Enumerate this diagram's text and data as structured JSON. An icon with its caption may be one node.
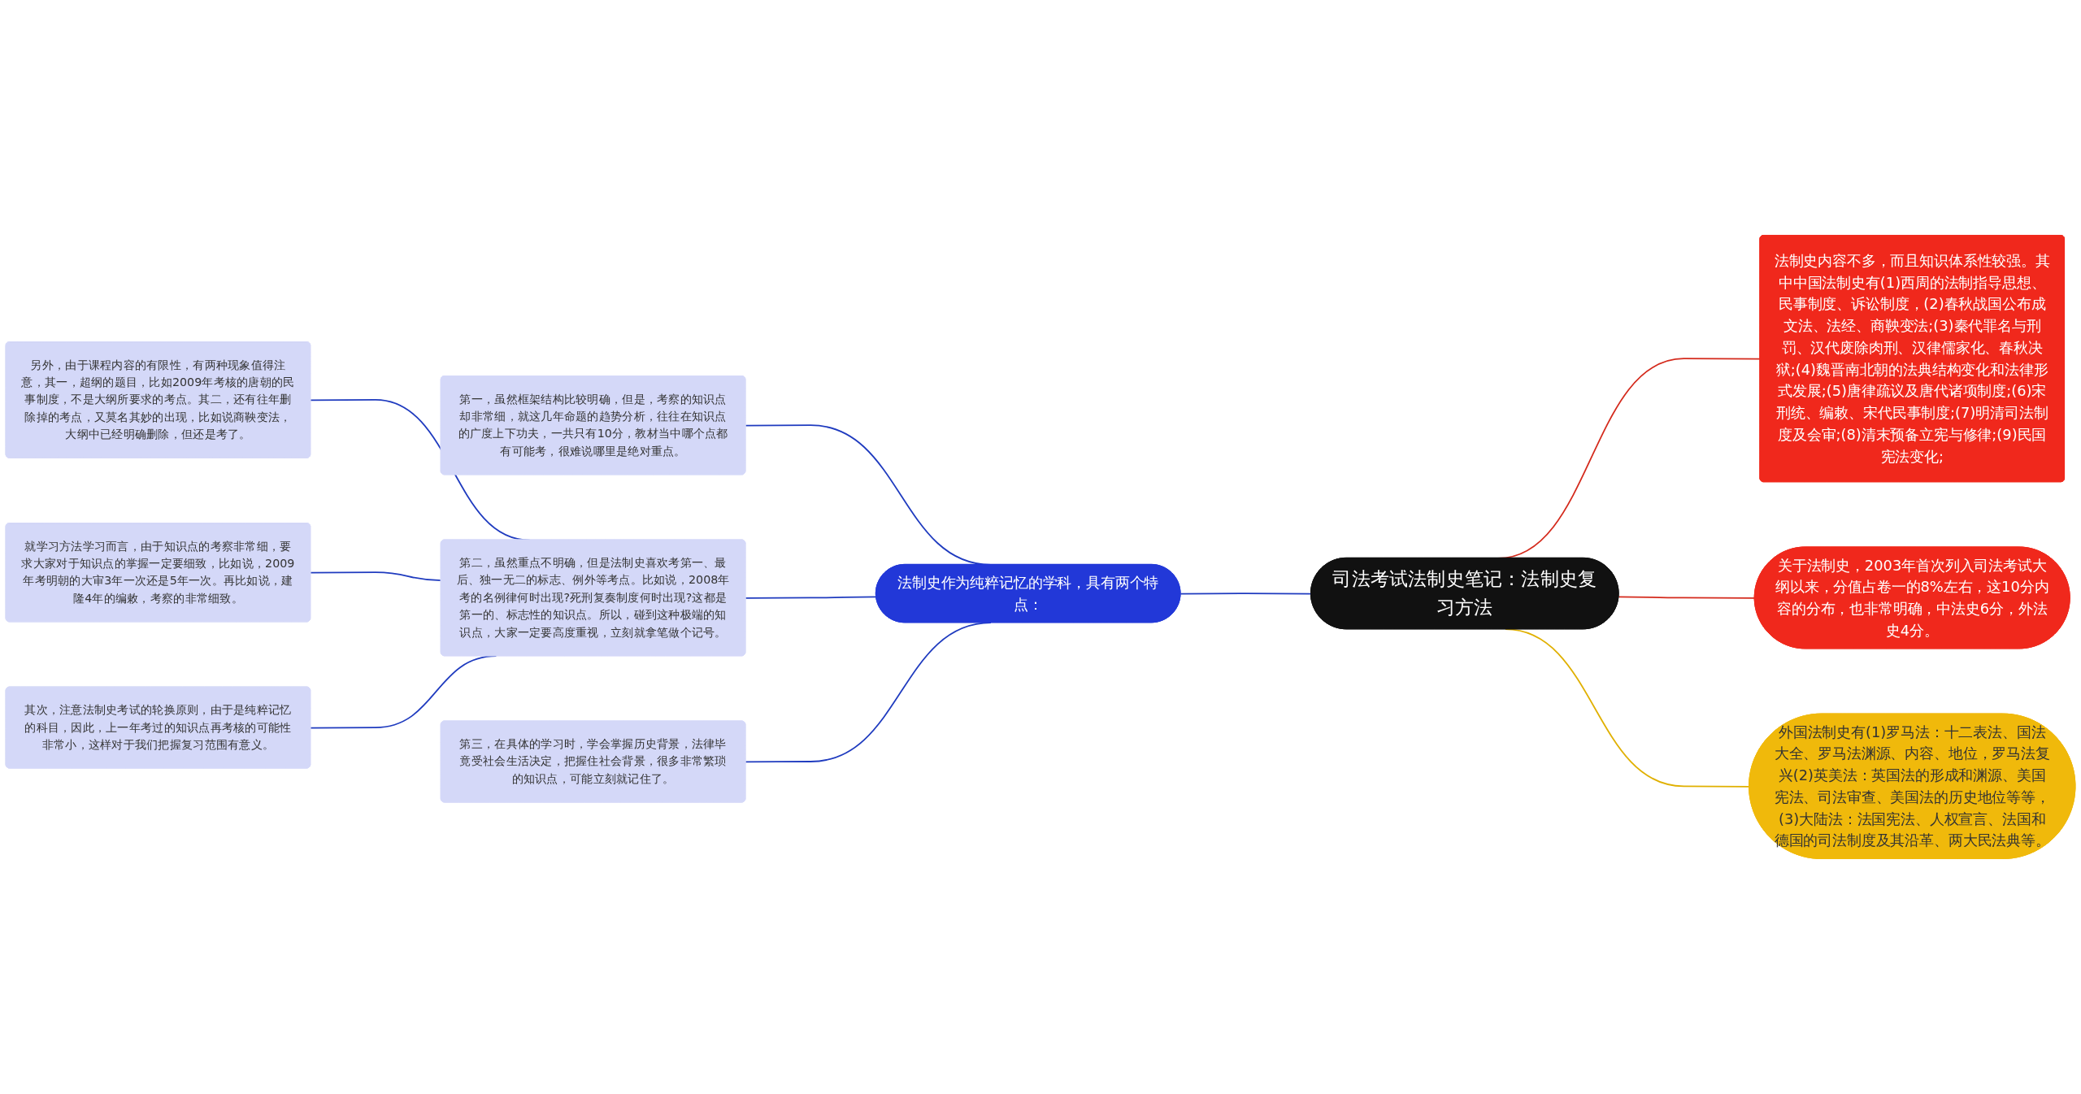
{
  "diagram": {
    "nodes": [
      {
        "text": [
          "司法考试法制史笔记：法制史复习方法"
        ]
      },
      {
        "text": [
          "法制史内容不多，而且知识体系性较强。其中中国法制史有(1)西周的法制指导思想、民事制度、诉讼制度，(2)春秋战国公布成文法、法经、商鞅变法;(3)秦代罪名与刑罚、汉代废除肉刑、汉律儒家化、春秋决狱;(4)魏晋南北朝的法典结构变化和法律形式发展;(5)唐律疏议及唐代诸项制度;(6)宋刑统、编敕、宋代民事制度;(7)明清司法制度及会审;(8)清末预备立宪与修律;(9)民国宪法变化;"
        ]
      },
      {
        "text": [
          "关于法制史，2003年首次列入司法考试大纲以来，分值占卷一的8%左右，这10分内容的分布，也非常明确，中法史6分，外法史4分。"
        ]
      },
      {
        "text": [
          "外国法制史有(1)罗马法：十二表法、国法大全、罗马法渊源、内容、地位，罗马法复兴(2)英美法：英国法的形成和渊源、美国宪法、司法审查、美国法的历史地位等等，(3)大陆法：法国宪法、人权宣言、法国和德国的司法制度及其沿革、两大民法典等。"
        ]
      },
      {
        "text": [
          "法制史作为纯粹记忆的学科，具有两个特点："
        ]
      },
      {
        "text": [
          "第一，虽然框架结构比较明确，但是，考察的知识点却非常细，就这几年命题的趋势分析，往往在知识点的广度上下功夫，一共只有10分，教材当中哪个点都有可能考，很难说哪里是绝对重点。"
        ]
      },
      {
        "text": [
          "第二，虽然重点不明确，但是法制史喜欢考第一、最后、独一无二的标志、例外等考点。比如说，2008年考的名例律何时出现?死刑复奏制度何时出现?这都是第一的、标志性的知识点。所以，碰到这种极端的知识点，大家一定要高度重视，立刻就拿笔做个记号。"
        ]
      },
      {
        "text": [
          "第三，在具体的学习时，学会掌握历史背景，法律毕竟受社会生活决定，把握住社会背景，很多非常繁琐的知识点，可能立刻就记住了。"
        ]
      },
      {
        "text": [
          "另外，由于课程内容的有限性，有两种现象值得注意，其一，超纲的题目，比如2009年考核的唐朝的民事制度，不是大纲所要求的考点。其二，还有往年删除掉的考点，又莫名其妙的出现，比如说商鞅变法，大纲中已经明确删除，但还是考了。"
        ]
      },
      {
        "text": [
          "就学习方法学习而言，由于知识点的考察非常细，要求大家对于知识点的掌握一定要细致，比如说，2009年考明朝的大审3年一次还是5年一次。再比如说，建隆4年的编敕，考察的非常细致。"
        ]
      },
      {
        "text": [
          "其次，注意法制史考试的轮换原则，由于是纯粹记忆的科目，因此，上一年考过的知识点再考核的可能性非常小，这样对于我们把握复习范围有意义。"
        ]
      }
    ],
    "edges": [
      {
        "from": 0,
        "to": 1,
        "arrow": "none",
        "color": "#d42a1c"
      },
      {
        "from": 0,
        "to": 2,
        "arrow": "none",
        "color": "#d42a1c"
      },
      {
        "from": 0,
        "to": 3,
        "arrow": "none",
        "color": "#e0b000"
      },
      {
        "from": 0,
        "to": 4,
        "arrow": "none"
      },
      {
        "from": 4,
        "to": 5,
        "arrow": "none"
      },
      {
        "from": 4,
        "to": 6,
        "arrow": "none"
      },
      {
        "from": 4,
        "to": 7,
        "arrow": "none"
      },
      {
        "from": 6,
        "to": 8,
        "arrow": "none"
      },
      {
        "from": 6,
        "to": 9,
        "arrow": "none"
      },
      {
        "from": 6,
        "to": 10,
        "arrow": "none"
      }
    ]
  }
}
